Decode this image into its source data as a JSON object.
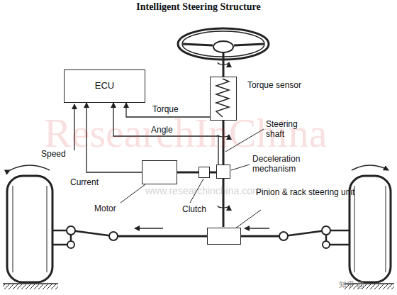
{
  "diagram": {
    "title": "Intelligent Steering Structure",
    "nodes": [
      {
        "text": [
          "ECU"
        ]
      },
      {
        "text": [
          "Torque sensor"
        ]
      },
      {
        "text": [
          "Motor"
        ]
      },
      {
        "text": [
          "Clutch"
        ]
      },
      {
        "text": [
          "Deceleration mechanism"
        ]
      },
      {
        "text": [
          "Pinion & rack steering unit"
        ]
      }
    ],
    "edges": [
      {
        "from": 1,
        "to": 0,
        "label": "Torque",
        "arrow": "to"
      },
      {
        "from": 4,
        "to": 0,
        "label": "Angle",
        "arrow": "to"
      },
      {
        "from": 2,
        "to": 0,
        "label": "Current",
        "arrow": "to"
      },
      {
        "from": 2,
        "to": 3,
        "arrow": "none"
      },
      {
        "from": 3,
        "to": 4,
        "arrow": "none"
      }
    ],
    "labels": [
      "Speed",
      "Steering shaft",
      "ResearchInChina",
      "www.researchinchina.com",
      "知乎 @"
    ]
  }
}
